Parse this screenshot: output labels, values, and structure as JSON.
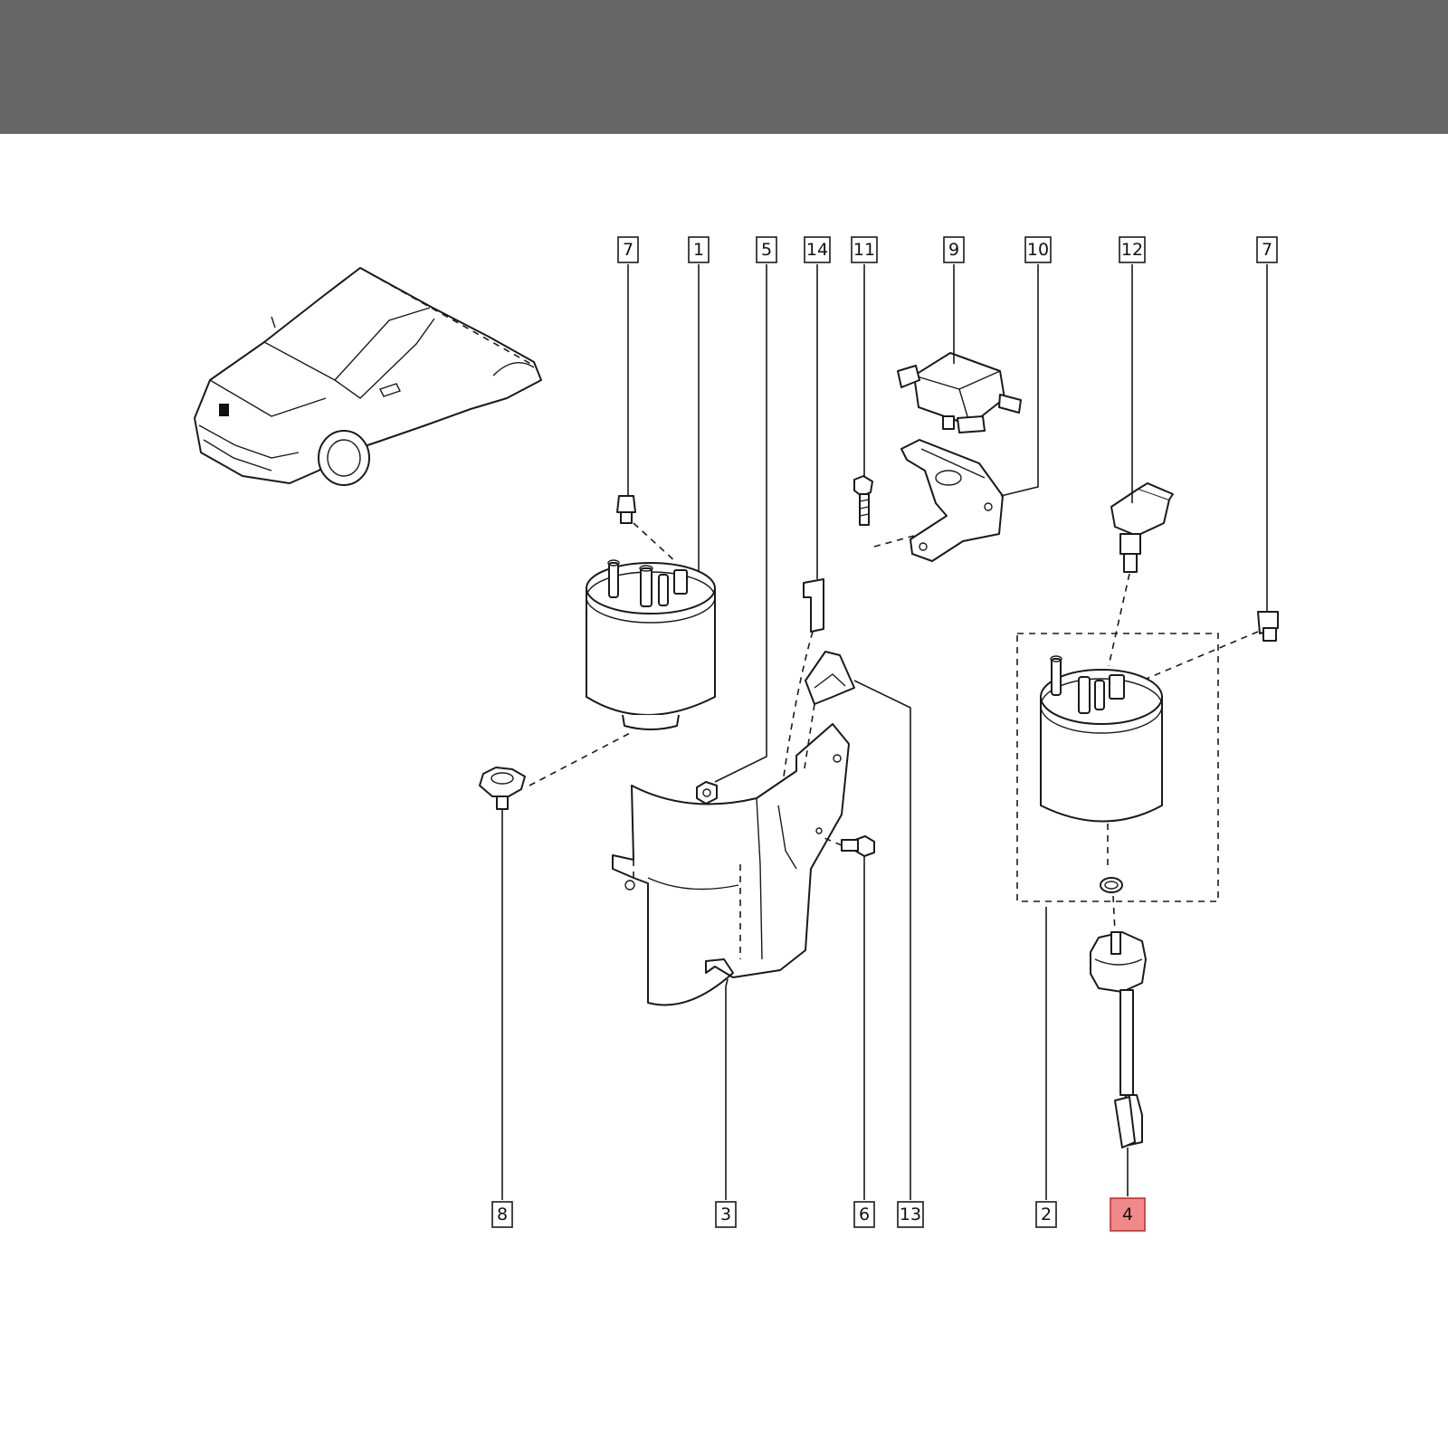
{
  "callouts": {
    "c7a": "7",
    "c1": "1",
    "c5": "5",
    "c14": "14",
    "c11": "11",
    "c9": "9",
    "c10": "10",
    "c12": "12",
    "c7b": "7",
    "c8": "8",
    "c3": "3",
    "c6": "6",
    "c13": "13",
    "c2": "2",
    "c4": "4"
  },
  "highlight": {
    "part": "4",
    "color": "#f08a8a"
  },
  "colors": {
    "header_bar": "#666666",
    "line": "#1a1a1a",
    "background": "#ffffff"
  }
}
